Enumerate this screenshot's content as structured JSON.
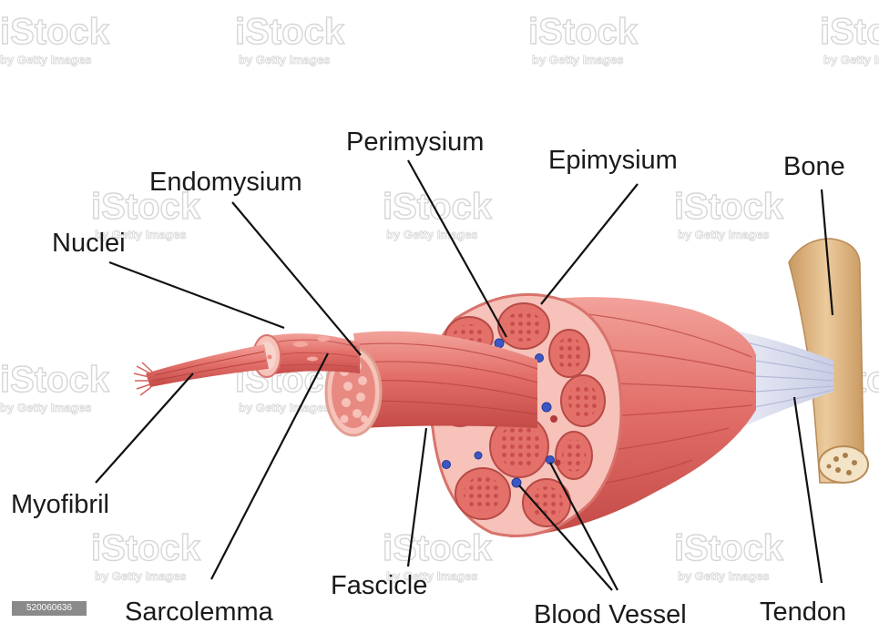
{
  "labels": {
    "perimysium": "Perimysium",
    "epimysium": "Epimysium",
    "bone": "Bone",
    "endomysium": "Endomysium",
    "nuclei": "Nuclei",
    "myofibril": "Myofibril",
    "fascicle": "Fascicle",
    "sarcolemma": "Sarcolemma",
    "blood_vessel": "Blood Vessel",
    "tendon": "Tendon"
  },
  "watermark": {
    "brand": "iStock",
    "tagline": "by Getty Images"
  },
  "image_id": "520060636",
  "colors": {
    "muscle": "#e3706a",
    "muscle_dark": "#c44a47",
    "muscle_light": "#f4a9a2",
    "fascicle_section": "#f3b5ad",
    "bone": "#deb788",
    "tendon": "#d9dcec",
    "blood_vessel": "#3b57c4",
    "vein": "#b23a3a"
  }
}
